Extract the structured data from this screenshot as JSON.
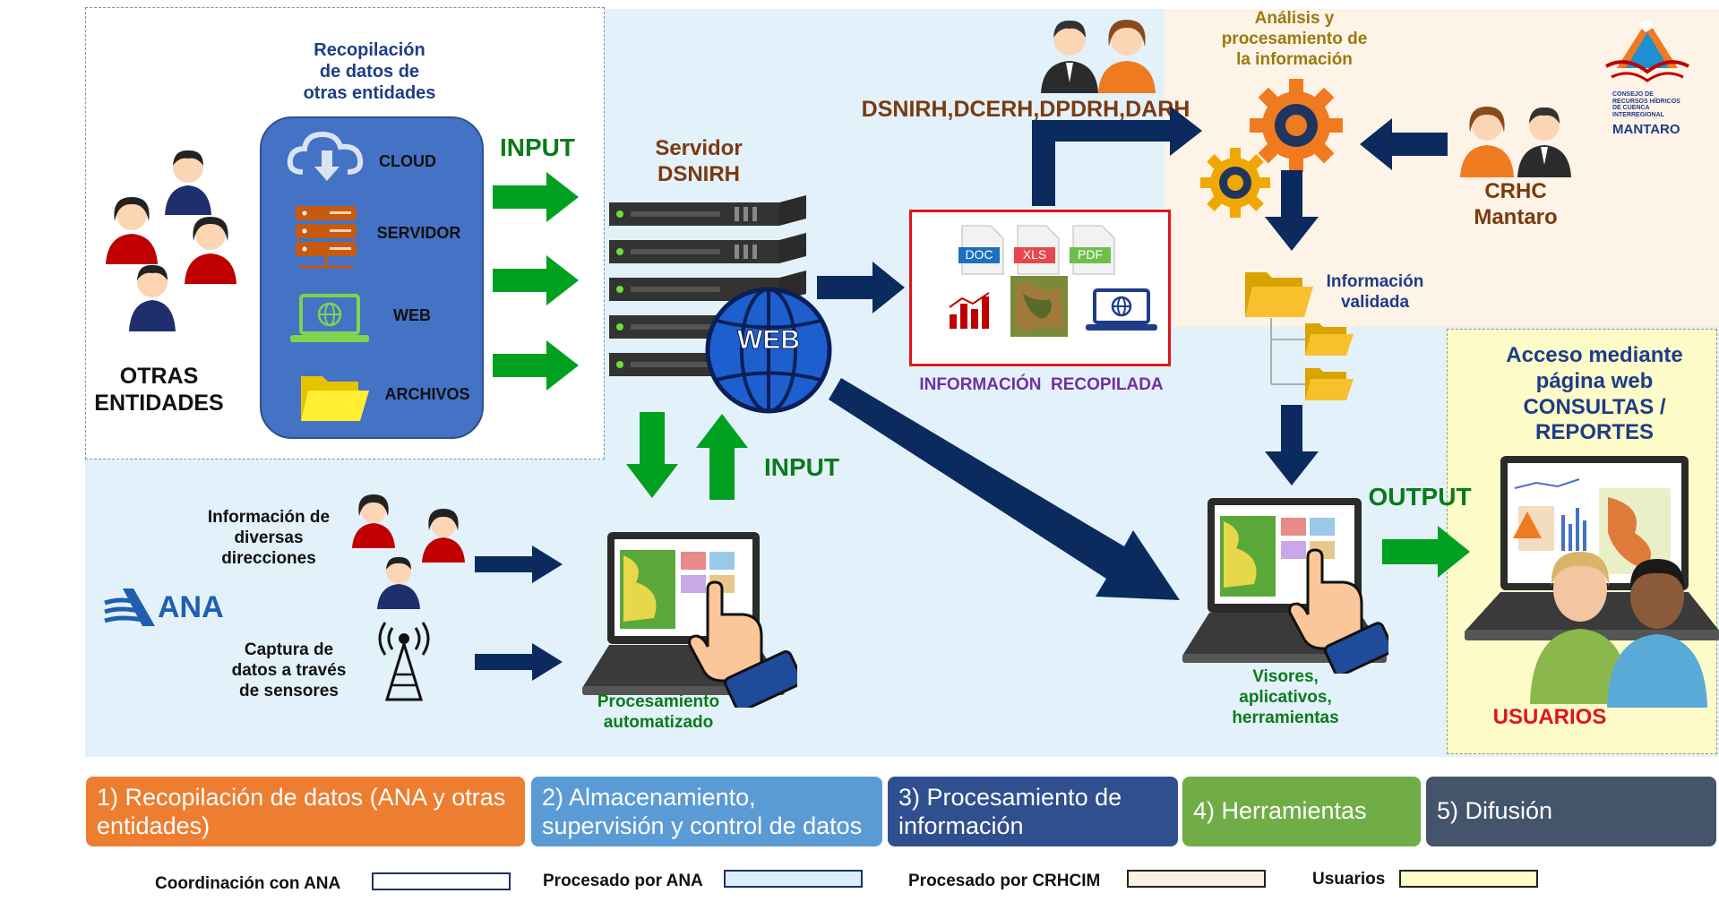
{
  "colors": {
    "coordination_bg": "#ffffff",
    "ana_bg": "#e3f1fb",
    "crhcim_bg": "#fdf3e7",
    "users_bg": "#fdfcc8",
    "green_arrow": "#00a020",
    "navy_arrow": "#0b2a5e",
    "stage1": "#ed7d31",
    "stage2": "#5b9bd5",
    "stage3": "#2f4f8f",
    "stage4": "#70ad47",
    "stage5": "#44546a"
  },
  "left_panel": {
    "title": "Recopilación\nde datos de\notras entidades",
    "items": [
      {
        "label": "CLOUD",
        "icon": "cloud-download-icon"
      },
      {
        "label": "SERVIDOR",
        "icon": "server-icon"
      },
      {
        "label": "WEB",
        "icon": "laptop-globe-icon"
      },
      {
        "label": "ARCHIVOS",
        "icon": "folder-icon"
      }
    ],
    "entities_label": "OTRAS\nENTIDADES"
  },
  "input_top_label": "INPUT",
  "server": {
    "title": "Servidor\nDSNIRH",
    "globe_text": "WEB"
  },
  "input_bottom_label": "INPUT",
  "collected": {
    "label": "INFORMACIÓN  RECOPILADA",
    "file_badges": [
      "DOC",
      "XLS",
      "PDF"
    ]
  },
  "directorates": "DSNIRH,DCERH,DPDRH,DARH",
  "analysis": "Análisis y\nprocesamiento de\nla información",
  "crhc": "CRHC\nMantaro",
  "logo_text": "CONSEJO DE\nRECURSOS HÍDRICOS\nDE CUENCA\nINTERREGIONAL",
  "logo_name": "MANTARO",
  "validated": "Información\nvalidada",
  "access": "Acceso mediante\npágina web\nCONSULTAS /\nREPORTES",
  "output_label": "OUTPUT",
  "users_label": "USUARIOS",
  "viewers": "Visores,\naplicativos,\nherramientas",
  "info_directions": "Información de\ndiversas\ndirecciones",
  "sensors": "Captura de\ndatos a través\nde sensores",
  "ana_logo": "ANA",
  "processing": "Procesamiento\nautomatizado",
  "stages": [
    "1) Recopilación de datos (ANA y otras entidades)",
    "2) Almacenamiento, supervisión y control de datos",
    "3) Procesamiento de información",
    "4) Herramientas",
    "5) Difusión"
  ],
  "legend": [
    {
      "label": "Coordinación con ANA"
    },
    {
      "label": "Procesado por ANA"
    },
    {
      "label": "Procesado por CRHCIM"
    },
    {
      "label": "Usuarios"
    }
  ]
}
